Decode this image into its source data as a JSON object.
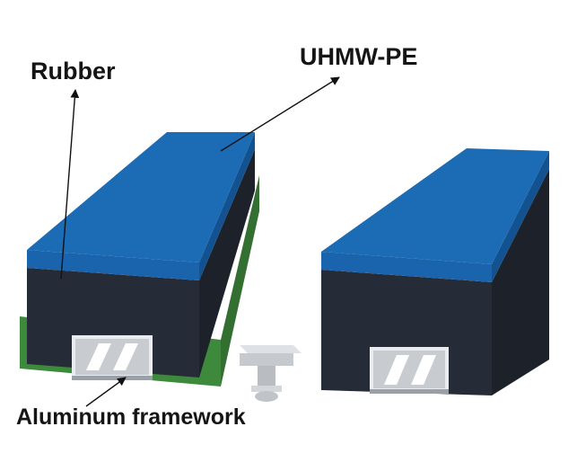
{
  "labels": {
    "rubber": "Rubber",
    "uhmw_pe": "UHMW-PE",
    "aluminum_framework": "Aluminum framework"
  },
  "colors": {
    "uhmw_top": "#1c6bb5",
    "uhmw_front": "#1a64ad",
    "uhmw_side": "#135291",
    "rubber_front": "#262c37",
    "rubber_side": "#1c212a",
    "aluminum_frame": "#3e8a3c",
    "aluminum_frame_side": "#326f31",
    "profile_insert": "#c8ccd1",
    "bolt": "#c6c9cd",
    "leader_line": "#111111",
    "label_text": "#151515"
  }
}
